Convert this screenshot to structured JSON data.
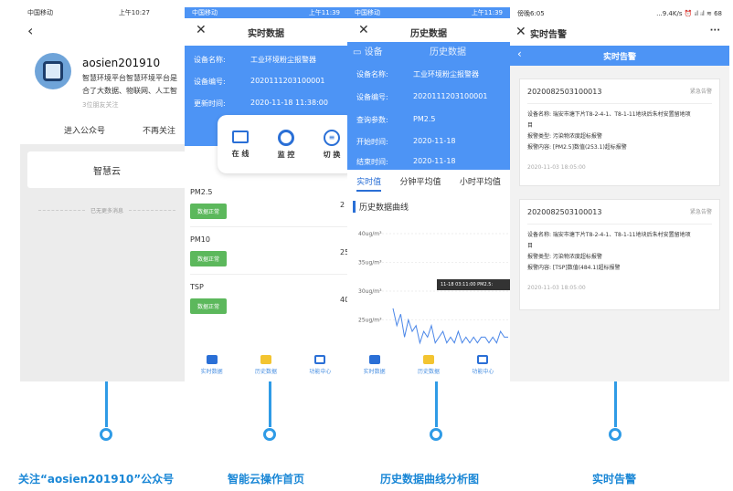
{
  "screen1": {
    "status": {
      "carrier": "中国移动",
      "time": "上午10:27"
    },
    "account_name": "aosien201910",
    "desc_line1": "智慧环境平台智慧环境平台是",
    "desc_line2": "合了大数据、物联网、人工智",
    "followers": "3位朋友关注",
    "enter_btn": "进入公众号",
    "unfollow_btn": "不再关注",
    "menu_item": "智慧云",
    "no_more": "已无更多消息"
  },
  "screen2": {
    "status": {
      "carrier": "中国移动",
      "time": "上午11:39"
    },
    "title": "实时数据",
    "fields": [
      {
        "label": "设备名称:",
        "value": "工业环境粉尘报警器"
      },
      {
        "label": "设备编号:",
        "value": "2020111203100001"
      },
      {
        "label": "更新时间:",
        "value": "2020-11-18 11:38:00"
      }
    ],
    "quick": [
      {
        "label": "在 线",
        "icon": "monitor-icon"
      },
      {
        "label": "监 控",
        "icon": "camera-icon"
      },
      {
        "label": "切 换",
        "icon": "list-icon"
      }
    ],
    "metrics": [
      {
        "name": "PM2.5",
        "btn": "数据正常",
        "value": "2"
      },
      {
        "name": "PM10",
        "btn": "数据正常",
        "value": "25"
      },
      {
        "name": "TSP",
        "btn": "数据正常",
        "value": "40"
      }
    ],
    "tabs": [
      "实时数据",
      "历史数据",
      "功能中心"
    ]
  },
  "screen3": {
    "status": {
      "carrier": "中国移动",
      "time": "上午11:39"
    },
    "title": "历史数据",
    "overlay_left": "设备",
    "overlay_right": "历史数据",
    "fields": [
      {
        "label": "设备名称:",
        "value": "工业环境粉尘报警器"
      },
      {
        "label": "设备编号:",
        "value": "2020111203100001"
      },
      {
        "label": "查询参数:",
        "value": "PM2.5"
      },
      {
        "label": "开始时间:",
        "value": "2020-11-18"
      },
      {
        "label": "结束时间:",
        "value": "2020-11-18"
      }
    ],
    "tabs": [
      "实时值",
      "分钟平均值",
      "小时平均值"
    ],
    "chart_title": "历史数据曲线",
    "tooltip": "11-18 03:11:00 PM2.5:",
    "bottom_tabs": [
      "实时数据",
      "历史数据",
      "功能中心"
    ]
  },
  "screen4": {
    "status": {
      "time": "傍晚6:05",
      "right": "...9.4K/s ⏰ ᵢᵢl ᵢᵢl ≋ 68"
    },
    "title": "实时告警",
    "menu": "···",
    "subtitle": "实时告警",
    "alarms": [
      {
        "id": "2020082503100013",
        "level": "紧急告警",
        "device_line1": "设备名称: 瑞安市塘下片T8-2-4-1、T8-1-11地块后朱村安置留地项",
        "device_line2": "目",
        "type": "报警类型: 污染物浓度超标报警",
        "content": "报警内容: [PM2.5]数值(253.1)超标报警",
        "time": "2020-11-03 18:05:00"
      },
      {
        "id": "2020082503100013",
        "level": "紧急告警",
        "device_line1": "设备名称: 瑞安市塘下片T8-2-4-1、T8-1-11地块后朱村安置留地项",
        "device_line2": "目",
        "type": "报警类型: 污染物浓度超标报警",
        "content": "报警内容: [TSP]数值(484.1)超标报警",
        "time": "2020-11-03 18:05:00"
      }
    ]
  },
  "chart_data": {
    "type": "line",
    "title": "历史数据曲线",
    "xlabel": "",
    "ylabel": "",
    "yticks": [
      "40ug/m³",
      "35ug/m³",
      "30ug/m³",
      "25ug/m³"
    ],
    "ylim": [
      20,
      40
    ],
    "series": [
      {
        "values": [
          27,
          24,
          26,
          22,
          25,
          23,
          24,
          21,
          23,
          22,
          24,
          21,
          22,
          23,
          21,
          22,
          21,
          23,
          21,
          22,
          21,
          22,
          21,
          22,
          22,
          21,
          22,
          21,
          23,
          22,
          22
        ]
      }
    ],
    "color": "#4a86e8"
  },
  "captions": [
    "关注“aosien201910”公众号",
    "智能云操作首页",
    "历史数据曲线分析图",
    "实时告警"
  ]
}
